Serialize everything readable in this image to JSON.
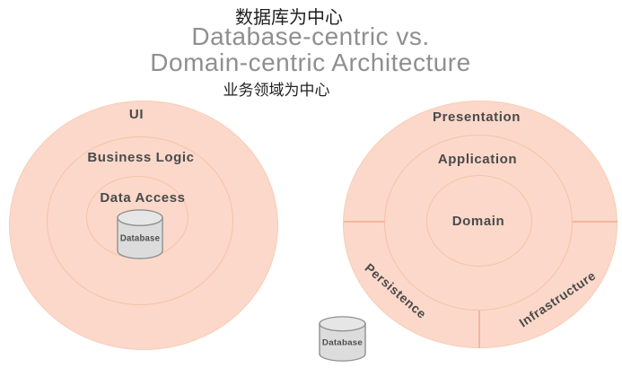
{
  "header": {
    "annotation_top": "数据库为中心",
    "title_line1": "Database-centric vs.",
    "title_line2": "Domain-centric Architecture",
    "annotation_bottom": "业务领域为中心"
  },
  "left_diagram": {
    "name": "database-centric-architecture",
    "rings": [
      "UI",
      "Business Logic",
      "Data Access"
    ],
    "center_item": "Database"
  },
  "right_diagram": {
    "name": "domain-centric-architecture",
    "rings": [
      "Presentation",
      "Application",
      "Domain"
    ],
    "outer_segments": [
      "Persistence",
      "Infrastructure"
    ],
    "external_item": "Database"
  },
  "colors": {
    "circle_fill": "#fbd8ca",
    "ring_line": "#f5c3a6",
    "divider_line": "#f2b79b",
    "label_text": "#4a4a4a",
    "title_text": "#8f8f8f",
    "annotation_text": "#1f1f1f",
    "cylinder_fill": "#dcdcdc",
    "cylinder_top_fill": "#e6e6e6",
    "cylinder_border": "#8f8f8f"
  }
}
